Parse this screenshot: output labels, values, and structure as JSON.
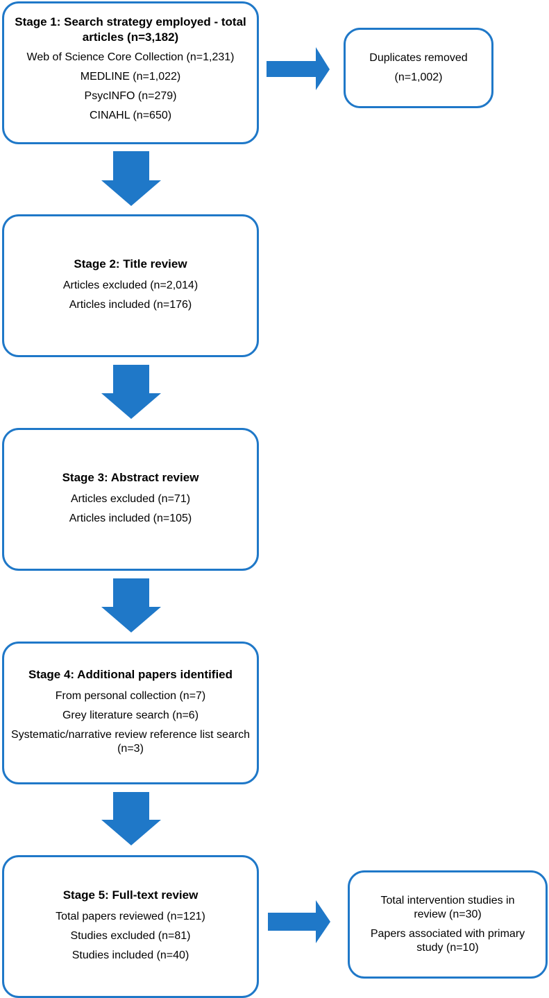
{
  "stage1": {
    "title": "Stage 1: Search strategy employed  - total articles (n=3,182)",
    "lines": [
      "Web of Science Core Collection (n=1,231)",
      "MEDLINE (n=1,022)",
      "PsycINFO (n=279)",
      "CINAHL (n=650)"
    ]
  },
  "duplicates": {
    "lines": [
      "Duplicates removed",
      "(n=1,002)"
    ]
  },
  "stage2": {
    "title": "Stage 2: Title review",
    "lines": [
      "Articles excluded (n=2,014)",
      "Articles included (n=176)"
    ]
  },
  "stage3": {
    "title": "Stage 3: Abstract review",
    "lines": [
      "Articles excluded (n=71)",
      "Articles included (n=105)"
    ]
  },
  "stage4": {
    "title": "Stage 4: Additional papers identified",
    "lines": [
      "From personal collection (n=7)",
      "Grey literature search (n=6)",
      "Systematic/narrative review reference list search (n=3)"
    ]
  },
  "stage5": {
    "title": "Stage 5: Full-text review",
    "lines": [
      "Total papers reviewed (n=121)",
      "Studies excluded (n=81)",
      "Studies included (n=40)"
    ]
  },
  "result": {
    "lines": [
      "Total intervention studies in review (n=30)",
      "Papers associated with primary study (n=10)"
    ]
  },
  "colors": {
    "accent": "#1f78c8"
  }
}
